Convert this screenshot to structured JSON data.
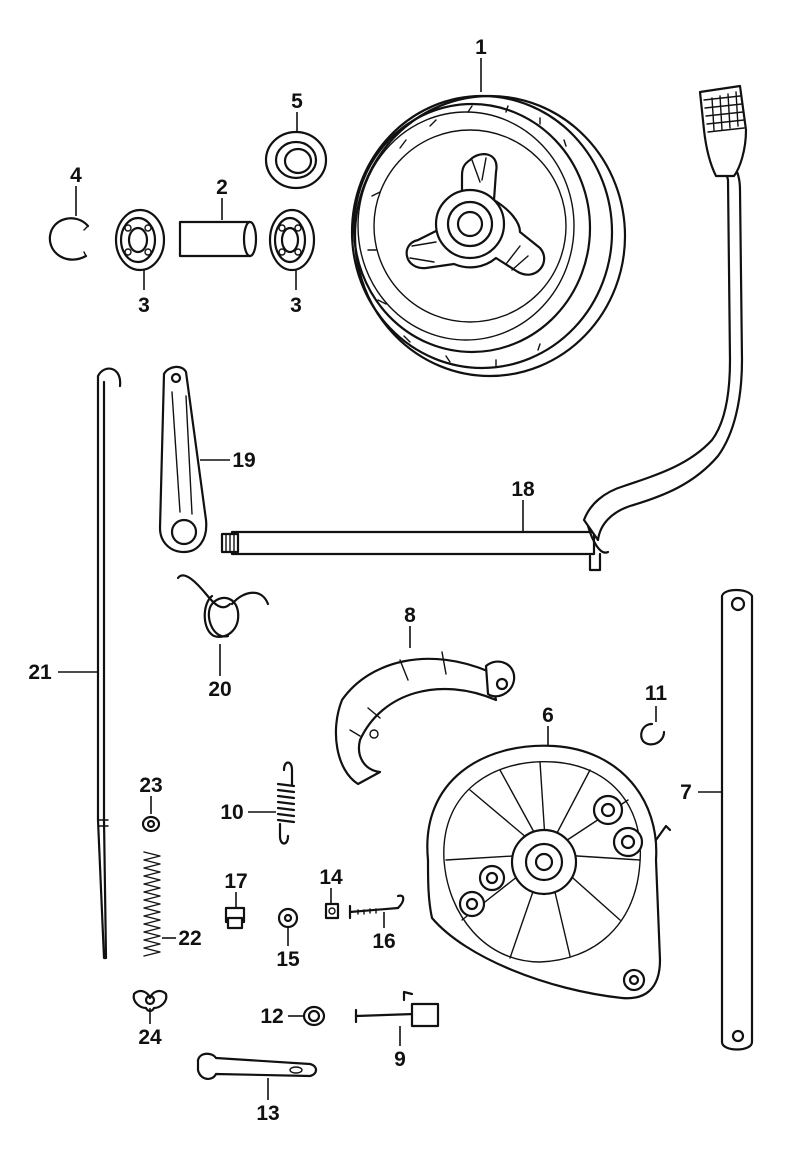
{
  "callouts": [
    {
      "id": "c1",
      "text": "1"
    },
    {
      "id": "c2",
      "text": "2"
    },
    {
      "id": "c3a",
      "text": "3"
    },
    {
      "id": "c3b",
      "text": "3"
    },
    {
      "id": "c4",
      "text": "4"
    },
    {
      "id": "c5",
      "text": "5"
    },
    {
      "id": "c6",
      "text": "6"
    },
    {
      "id": "c7",
      "text": "7"
    },
    {
      "id": "c8",
      "text": "8"
    },
    {
      "id": "c9",
      "text": "9"
    },
    {
      "id": "c10",
      "text": "10"
    },
    {
      "id": "c11",
      "text": "11"
    },
    {
      "id": "c12",
      "text": "12"
    },
    {
      "id": "c13",
      "text": "13"
    },
    {
      "id": "c14",
      "text": "14"
    },
    {
      "id": "c15",
      "text": "15"
    },
    {
      "id": "c16",
      "text": "16"
    },
    {
      "id": "c17",
      "text": "17"
    },
    {
      "id": "c18",
      "text": "18"
    },
    {
      "id": "c19",
      "text": "19"
    },
    {
      "id": "c20",
      "text": "20"
    },
    {
      "id": "c21",
      "text": "21"
    },
    {
      "id": "c22",
      "text": "22"
    },
    {
      "id": "c23",
      "text": "23"
    },
    {
      "id": "c24",
      "text": "24"
    }
  ]
}
